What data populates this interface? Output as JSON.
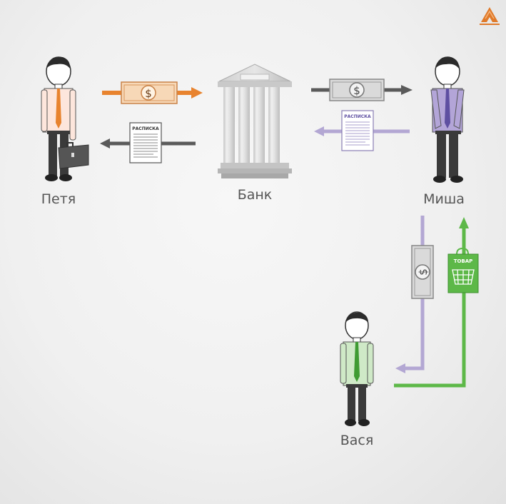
{
  "labels": {
    "petya": "Петя",
    "bank": "Банк",
    "misha": "Миша",
    "vasya": "Вася"
  },
  "documents": {
    "receipt_left": "РАСПИСКА",
    "receipt_right": "РАСПИСКА",
    "goods_bag": "ТОВАР"
  },
  "icons": {
    "logo": "triangle-logo-icon",
    "banknote": "banknote-dollar-icon",
    "receipt": "receipt-document-icon",
    "bag": "shopping-bag-icon",
    "bank": "bank-building-icon"
  },
  "colors": {
    "orange": "#e8832e",
    "gray_arrow": "#5a5a5a",
    "purple": "#9d8fc4",
    "green": "#5db848",
    "logo": "#e07a2a"
  }
}
